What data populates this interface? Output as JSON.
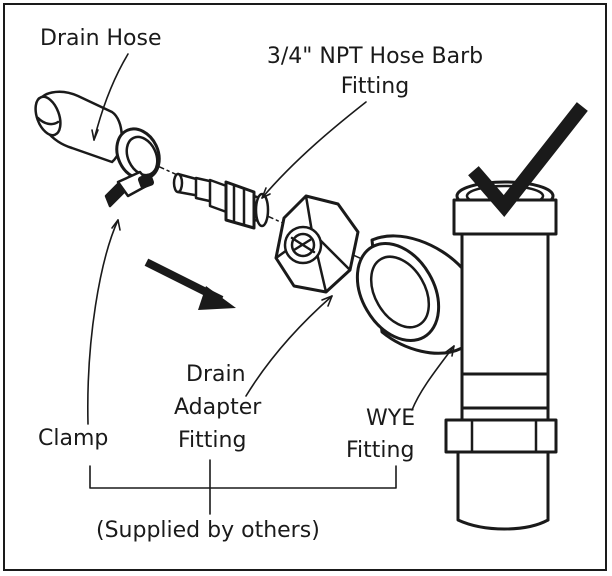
{
  "labels": {
    "drain_hose": "Drain Hose",
    "barb_line1": "3/4\" NPT Hose Barb",
    "barb_line2": "Fitting",
    "drain_adapter_line1": "Drain",
    "drain_adapter_line2": "Adapter",
    "drain_adapter_line3": "Fitting",
    "clamp": "Clamp",
    "wye_line1": "WYE",
    "wye_line2": "Fitting",
    "supplied": "(Supplied by others)"
  },
  "colors": {
    "ink": "#1a1a1a",
    "background": "#ffffff"
  }
}
